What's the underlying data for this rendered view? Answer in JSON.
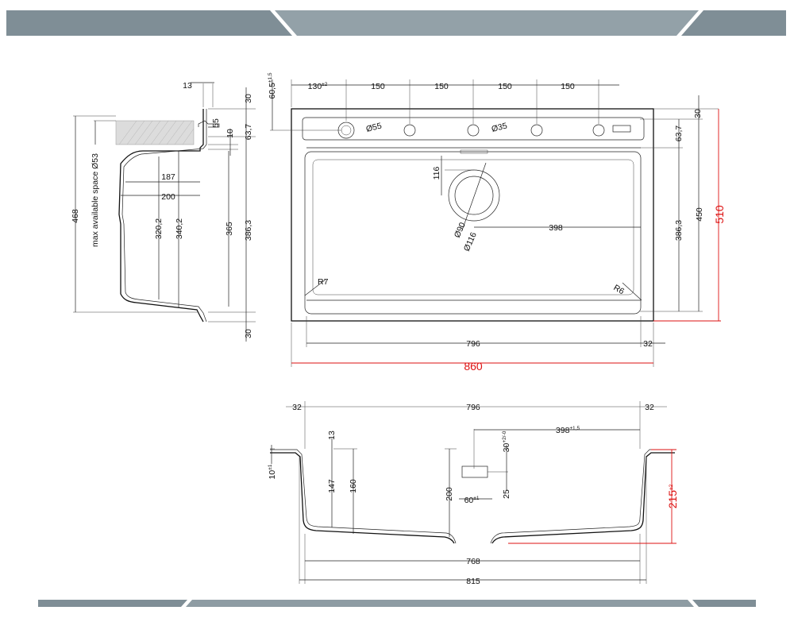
{
  "colors": {
    "band": "#7f8e96",
    "band_dark": "#5f6d75",
    "line": "#222222",
    "red": "#dd1111"
  },
  "labels": {
    "side_13": "13",
    "side_30_top": "30",
    "side_55": "55",
    "side_10": "10",
    "side_63_7": "63,7",
    "side_187": "187",
    "side_200": "200",
    "side_320_2": "320,2",
    "side_340_2": "340,2",
    "side_365": "365",
    "side_386_3": "386,3",
    "side_468": "468",
    "side_30_bottom": "30",
    "max_space": "max available space Ø53",
    "top_60_5": "60,5",
    "top_60_5_tol": "±1,5",
    "top_130": "130",
    "top_130_tol": "±2",
    "top_150_a": "150",
    "top_150_b": "150",
    "top_150_c": "150",
    "top_150_d": "150",
    "hole_55": "Ø55",
    "hole_35": "Ø35",
    "top_116": "116",
    "drain_90": "Ø90",
    "drain_116": "Ø116",
    "top_398": "398",
    "r7": "R7",
    "r6": "R6",
    "right_30": "30",
    "right_63_7": "63,7",
    "right_386_3": "386,3",
    "right_450": "450",
    "right_510": "510",
    "bottom_796": "796",
    "bottom_32": "32",
    "bottom_860": "860",
    "front_32_left": "32",
    "front_796": "796",
    "front_32_right": "32",
    "front_13": "13",
    "front_398": "398",
    "front_398_tol": "±1,5",
    "front_30": "30",
    "front_30_tol": "+2/-0",
    "front_10": "10",
    "front_10_tol": "±1",
    "front_147": "147",
    "front_160": "160",
    "front_200": "200",
    "front_60": "60",
    "front_60_tol": "±1",
    "front_25": "25",
    "front_215": "215",
    "front_215_tol": "±2",
    "front_768": "768",
    "front_815": "815"
  }
}
